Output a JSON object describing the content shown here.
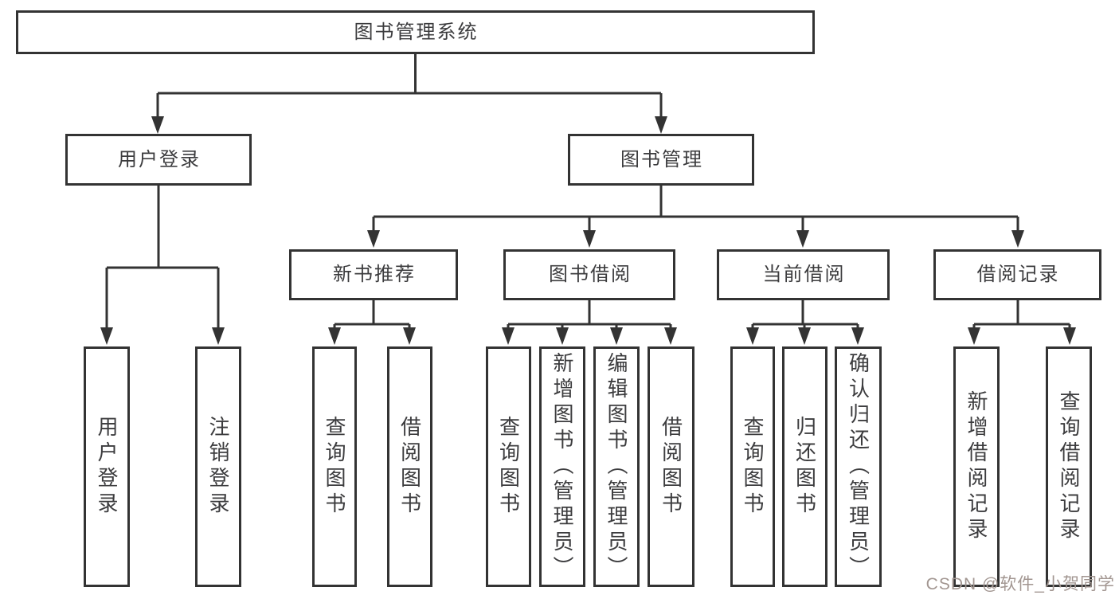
{
  "diagram": {
    "root": {
      "label": "图书管理系统"
    },
    "branches": {
      "user_login": {
        "label": "用户登录"
      },
      "book_management": {
        "label": "图书管理"
      }
    },
    "modules": {
      "new_book_recommend": {
        "label": "新书推荐"
      },
      "book_borrow": {
        "label": "图书借阅"
      },
      "current_borrow": {
        "label": "当前借阅"
      },
      "borrow_record": {
        "label": "借阅记录"
      }
    },
    "leaves": {
      "user_login": {
        "label": "用户登录"
      },
      "logout": {
        "label": "注销登录"
      },
      "rec_query_book": {
        "label": "查询图书"
      },
      "rec_borrow_book": {
        "label": "借阅图书"
      },
      "bb_query_book": {
        "label": "查询图书"
      },
      "bb_add_book": {
        "label": "新增图书（管理员）"
      },
      "bb_edit_book": {
        "label": "编辑图书（管理员）"
      },
      "bb_borrow_book": {
        "label": "借阅图书"
      },
      "cb_query_book": {
        "label": "查询图书"
      },
      "cb_return_book": {
        "label": "归还图书"
      },
      "cb_confirm_return": {
        "label": "确认归还（管理员）"
      },
      "br_add_record": {
        "label": "新增借阅记录"
      },
      "br_query_record": {
        "label": "查询借阅记录"
      }
    }
  },
  "watermark": {
    "text": "CSDN @软件_小贺同学"
  },
  "colors": {
    "line": "#333333",
    "text": "#3c3c3e",
    "watermark": "#a29691",
    "background": "#ffffff"
  }
}
